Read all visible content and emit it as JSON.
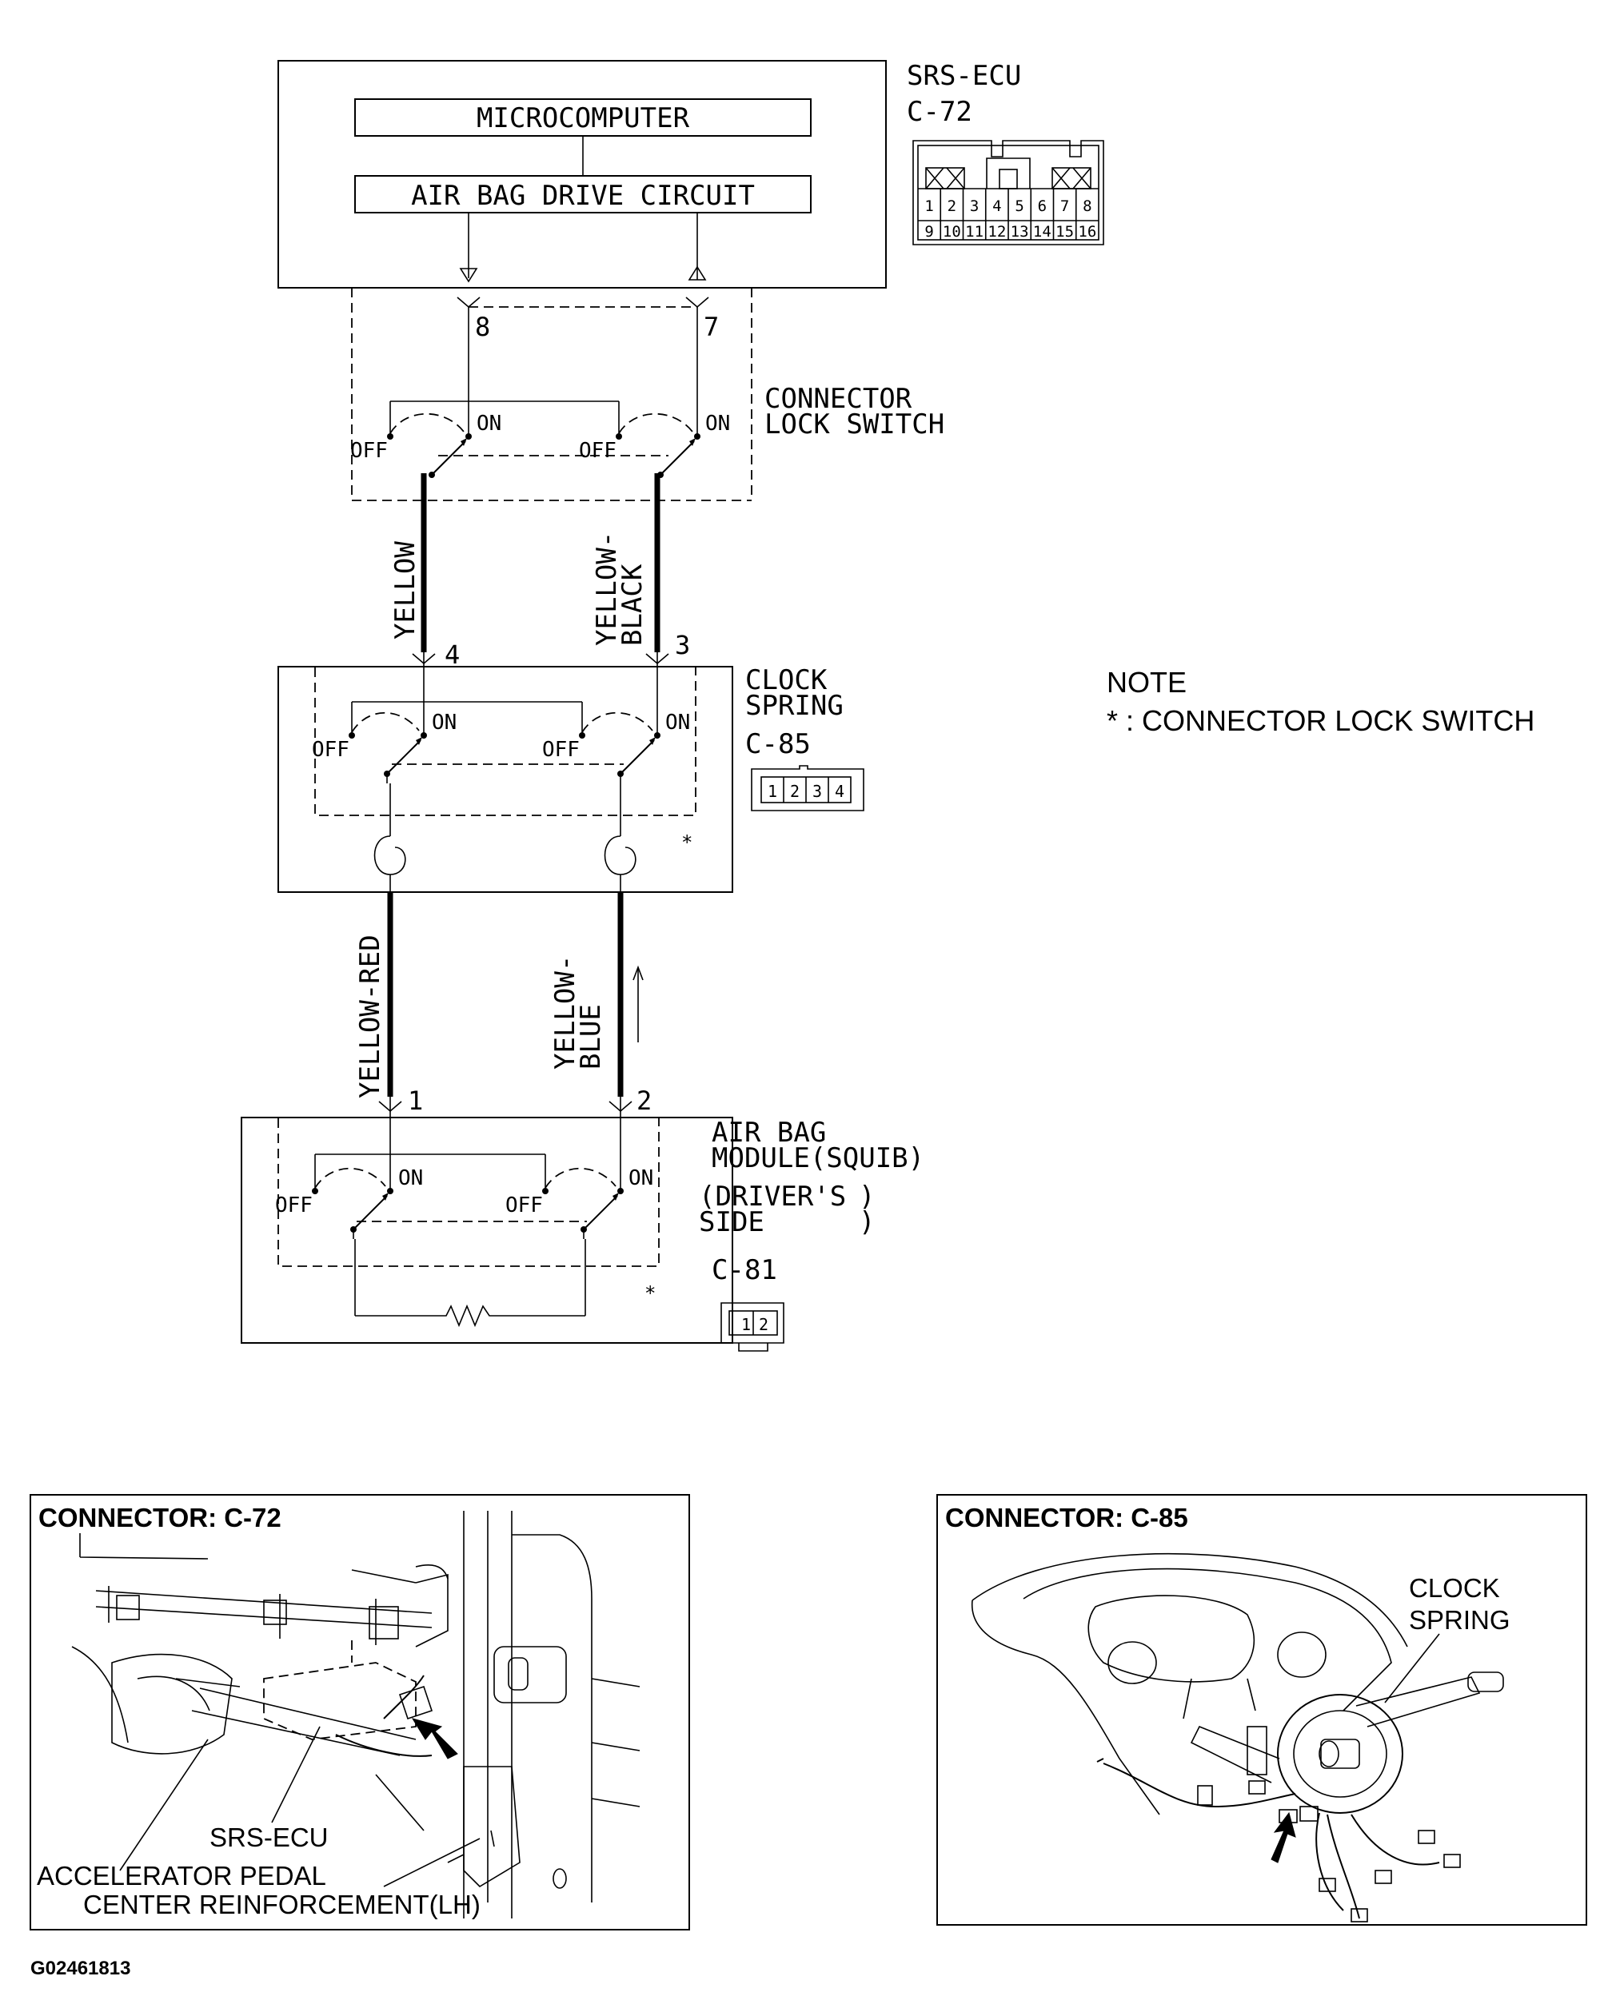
{
  "ecu": {
    "name": "SRS-ECU",
    "connector": "C-72",
    "microcomputer": "MICROCOMPUTER",
    "drive_circuit": "AIR BAG DRIVE CIRCUIT",
    "pins_row1": [
      "1",
      "2",
      "3",
      "4",
      "5",
      "6",
      "7",
      "8"
    ],
    "pins_row2": [
      "9",
      "10",
      "11",
      "12",
      "13",
      "14",
      "15",
      "16"
    ],
    "pin_out_left": "8",
    "pin_out_right": "7"
  },
  "lock_switch": {
    "label_line1": "CONNECTOR",
    "label_line2": "LOCK SWITCH",
    "on": "ON",
    "off": "OFF"
  },
  "wires": {
    "upper_left_line1": "YELLOW",
    "upper_right_line1": "YELLOW-",
    "upper_right_line2": "BLACK",
    "lower_left_line1": "YELLOW-RED",
    "lower_right_line1": "YELLOW-",
    "lower_right_line2": "BLUE"
  },
  "clock_spring": {
    "label_line1": "CLOCK",
    "label_line2": "SPRING",
    "connector": "C-85",
    "pin_left": "4",
    "pin_right": "3",
    "pins": [
      "1",
      "2",
      "3",
      "4"
    ],
    "asterisk": "*"
  },
  "airbag": {
    "label_line1": "AIR BAG",
    "label_line2": "MODULE(SQUIB)",
    "label_line3": "(DRIVER'S",
    "label_line4": "SIDE",
    "connector": "C-81",
    "pin_left": "1",
    "pin_right": "2",
    "pins": [
      "1",
      "2"
    ],
    "asterisk": "*"
  },
  "note": {
    "title": "NOTE",
    "text": "* : CONNECTOR LOCK SWITCH"
  },
  "panel_left": {
    "title": "CONNECTOR: C-72",
    "callout1": "SRS-ECU",
    "callout2_line1": "ACCELERATOR PEDAL",
    "callout2_line2": "CENTER REINFORCEMENT(LH)"
  },
  "panel_right": {
    "title": "CONNECTOR: C-85",
    "callout_line1": "CLOCK",
    "callout_line2": "SPRING"
  },
  "figure_id": "G02461813"
}
